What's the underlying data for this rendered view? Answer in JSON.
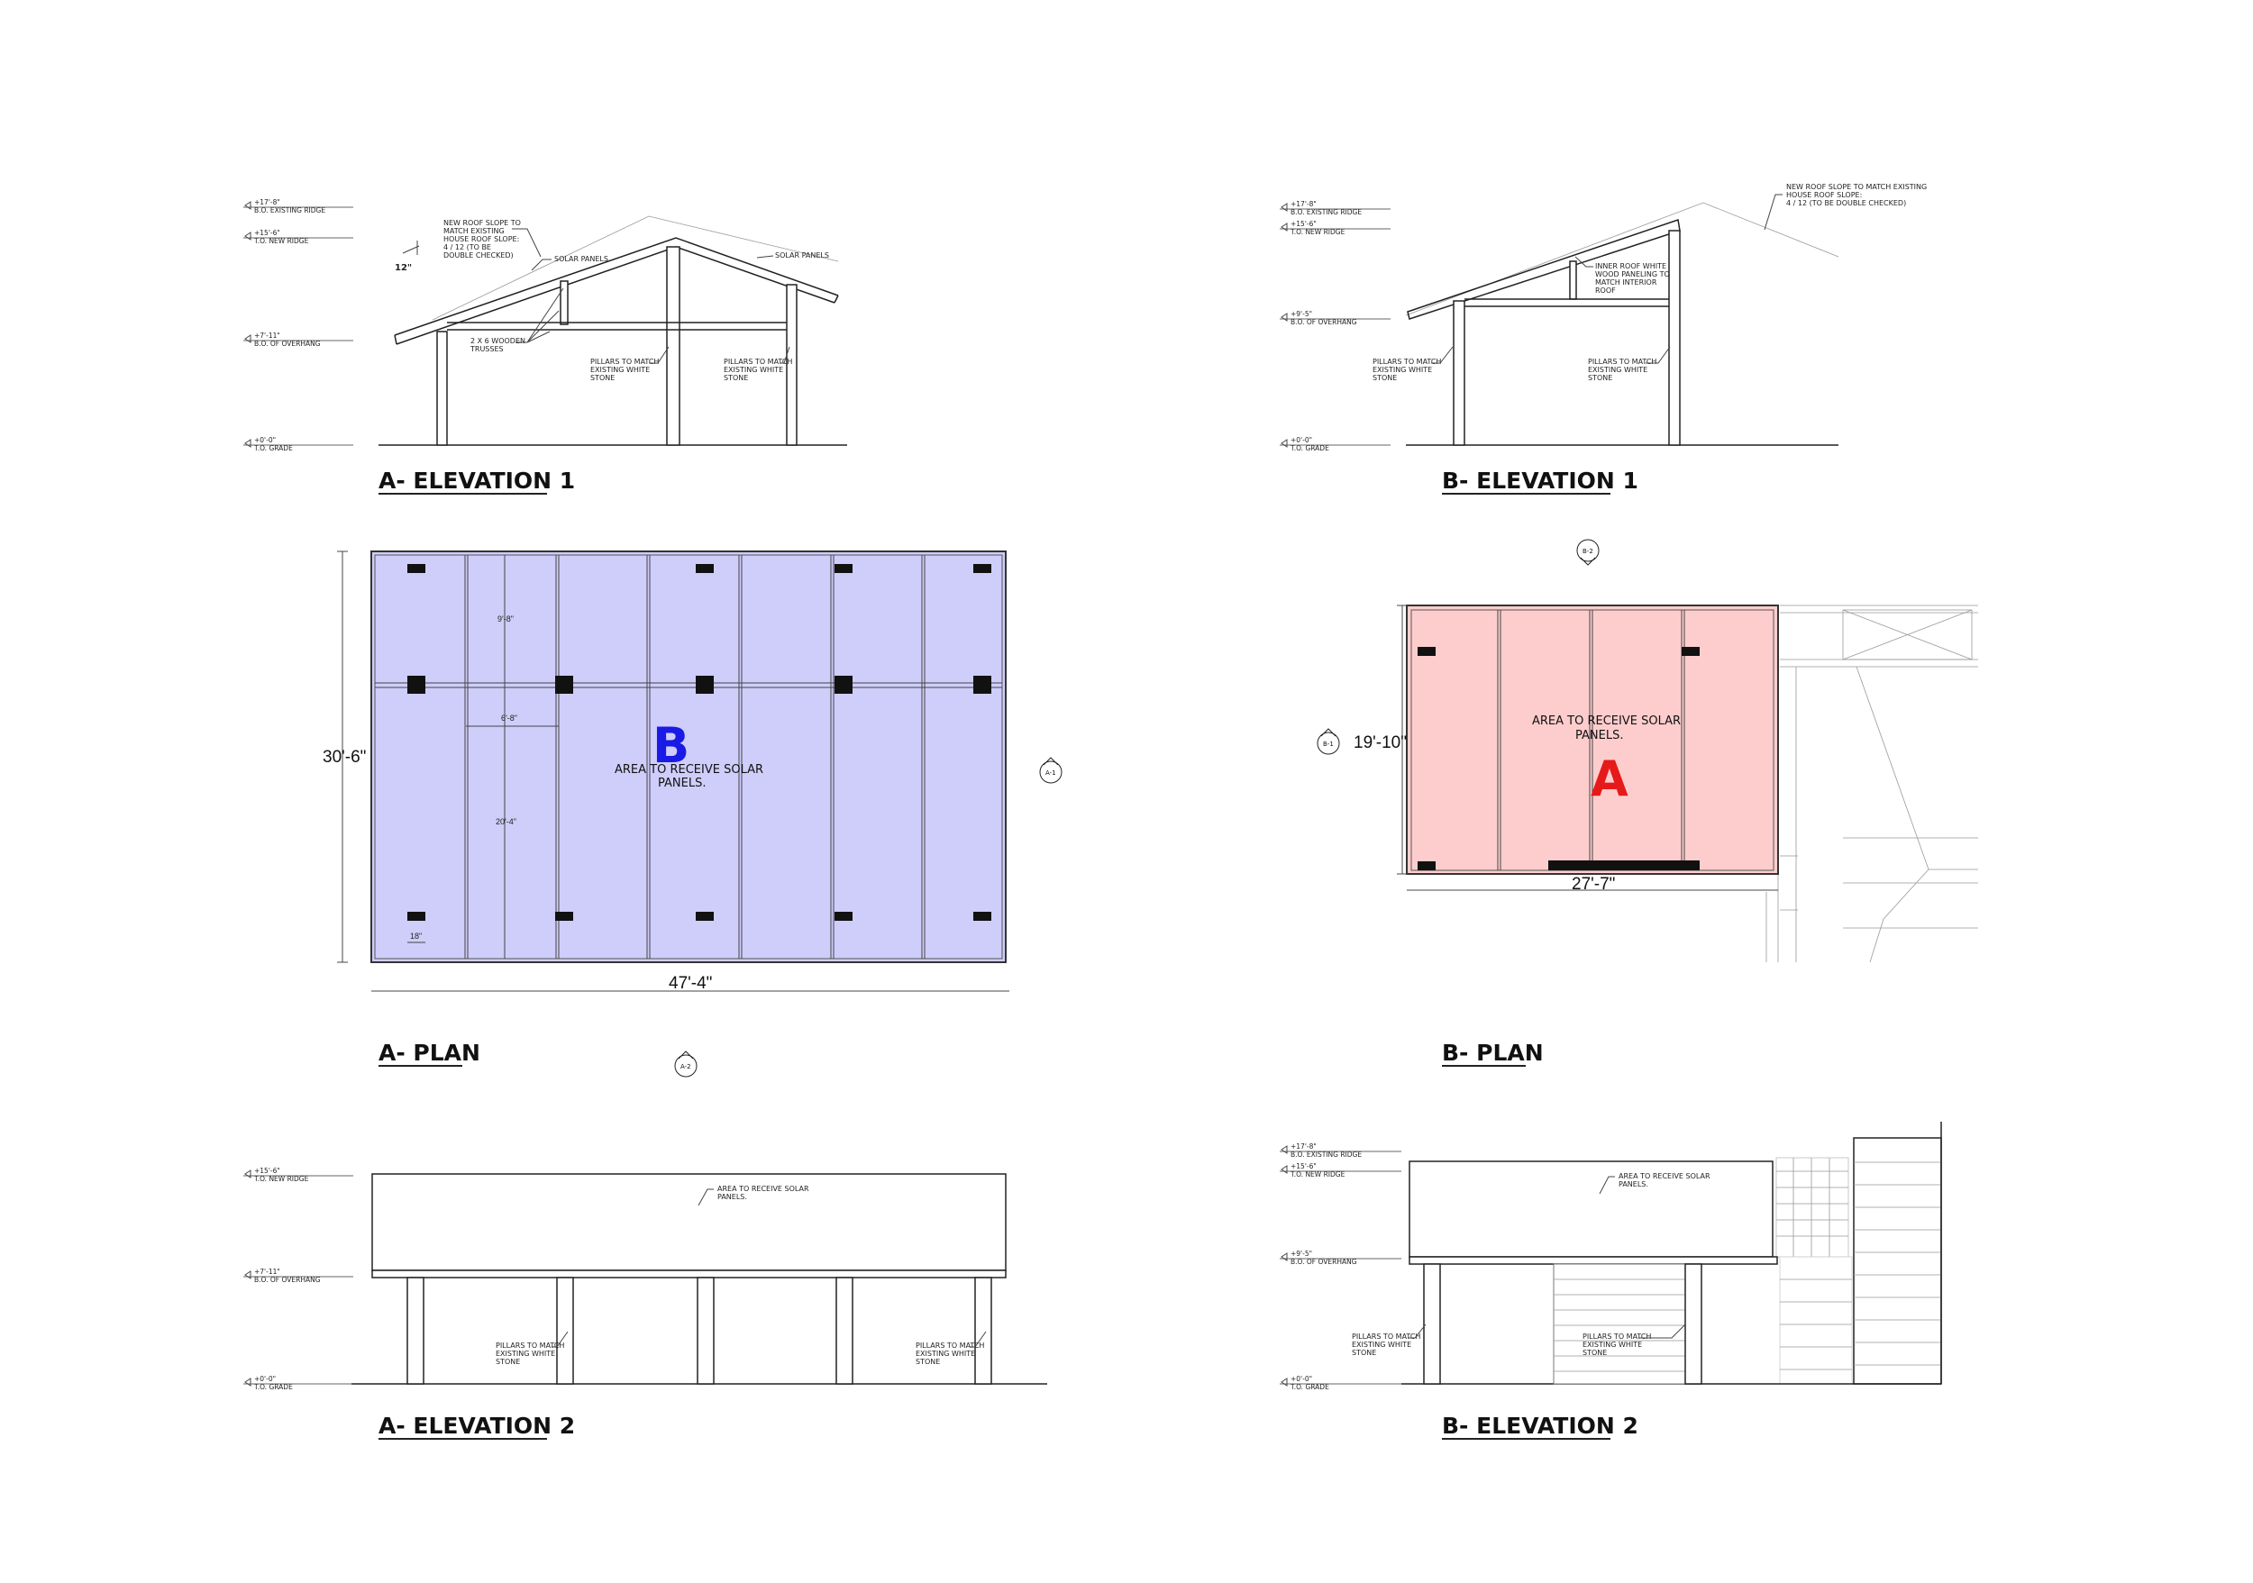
{
  "titles": {
    "a_elev1": "A- ELEVATION 1",
    "b_elev1": "B- ELEVATION 1",
    "a_plan": "A- PLAN",
    "b_plan": "B- PLAN",
    "a_elev2": "A- ELEVATION 2",
    "b_elev2": "B- ELEVATION 2"
  },
  "levels": {
    "l17": "+17'-8\"",
    "existing_ridge": "B.O. EXISTING RIDGE",
    "l15": "+15'-6\"",
    "new_ridge": "T.O. NEW RIDGE",
    "l7": "+7'-11\"",
    "l9": "+9'-5\"",
    "overhang": "B.O. OF OVERHANG",
    "l0": "+0'-0\"",
    "grade": "T.O. GRADE"
  },
  "notes": {
    "slope_a": [
      "NEW ROOF SLOPE TO",
      "MATCH EXISTING",
      "HOUSE ROOF SLOPE:",
      "4 / 12 (TO BE",
      "DOUBLE CHECKED)"
    ],
    "slope_b": [
      "NEW ROOF SLOPE TO MATCH EXISTING",
      "HOUSE ROOF SLOPE:",
      "4 / 12 (TO BE DOUBLE CHECKED)"
    ],
    "solar_panels": "SOLAR PANELS",
    "trusses": [
      "2 X 6 WOODEN",
      "TRUSSES"
    ],
    "pillars": [
      "PILLARS TO MATCH",
      "EXISTING WHITE",
      "STONE"
    ],
    "inner_roof": [
      "INNER ROOF WHITE",
      "WOOD PANELING TO",
      "MATCH INTERIOR",
      "ROOF"
    ],
    "area_small": [
      "AREA TO RECEIVE SOLAR",
      "PANELS."
    ],
    "slope_12": "12\""
  },
  "plan_a": {
    "letter": "B",
    "area": [
      "AREA TO RECEIVE SOLAR",
      "PANELS."
    ],
    "width": "47'-4\"",
    "depth": "30'-6\"",
    "d1": "9'-8\"",
    "d2": "6'-8\"",
    "d3": "20'-4\"",
    "d4": "18\"",
    "fill": "#cfcdfa"
  },
  "plan_b": {
    "letter": "A",
    "area": [
      "AREA TO RECEIVE SOLAR",
      "PANELS."
    ],
    "width": "27'-7\"",
    "depth": "19'-10\"",
    "fill": "#fdcdcd"
  },
  "tags": {
    "a1": "A-1",
    "a2": "A-2",
    "b1": "B-1",
    "b2": "B-2"
  }
}
